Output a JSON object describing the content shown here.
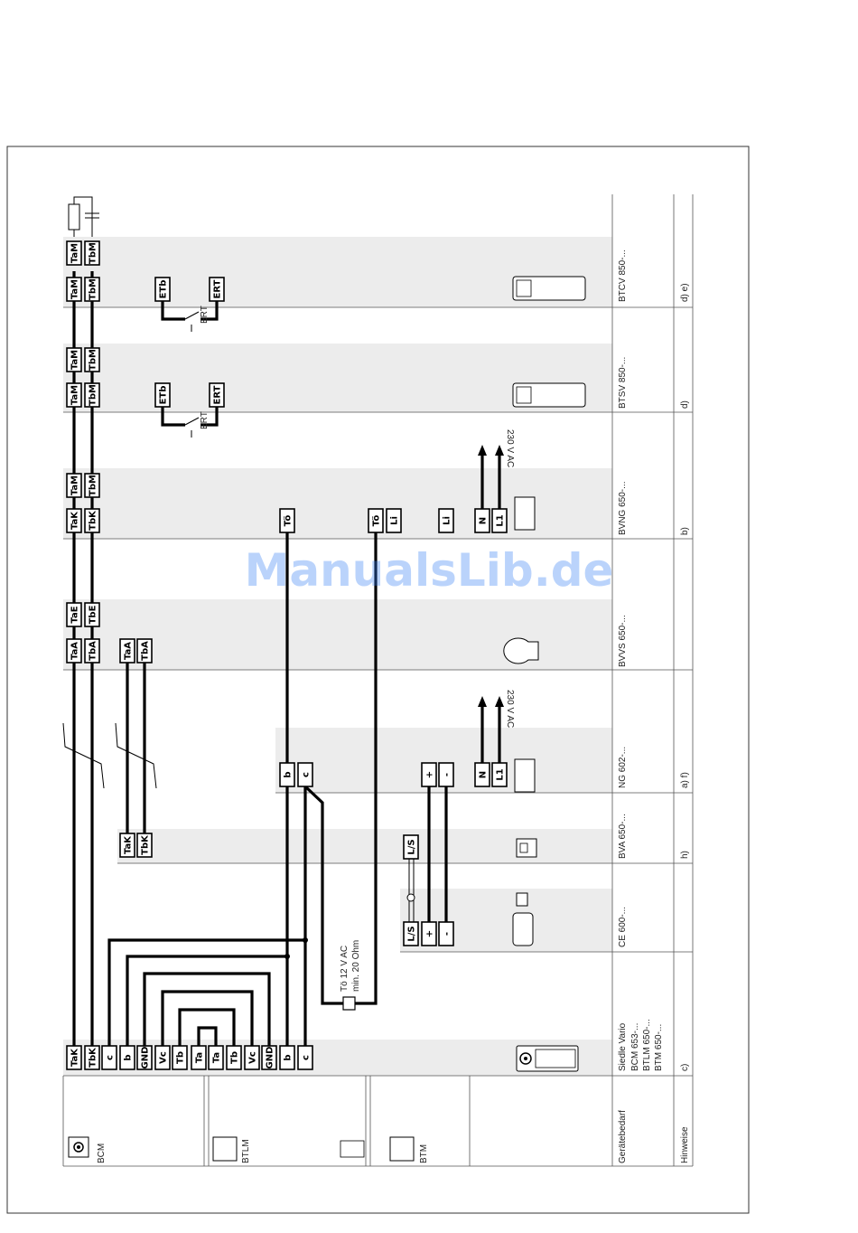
{
  "title_column": {
    "geraetebedarf": "Gerätebedarf",
    "hinweise": "Hinweise"
  },
  "legend": {
    "bcm": "BCM",
    "btlm": "BTLM",
    "btm": "BTM"
  },
  "devices": [
    {
      "name": "Siedle Vario",
      "sub": [
        "BCM 653-...",
        "BTLM 650-...",
        "BTM 650-..."
      ],
      "note": "c)"
    },
    {
      "name": "CE 600-...",
      "note": ""
    },
    {
      "name": "BVA 650-...",
      "note": "h)"
    },
    {
      "name": "NG 602-...",
      "note": "a) f)"
    },
    {
      "name": "BVVS 650-...",
      "note": ""
    },
    {
      "name": "BVNG 650-...",
      "note": "b)"
    },
    {
      "name": "BTSV 850-...",
      "note": "d)"
    },
    {
      "name": "BTCV 850-...",
      "note": "d) e)"
    }
  ],
  "main_terminals": [
    "TaK",
    "TbK",
    "c",
    "b",
    "GND",
    "Vc",
    "Tb",
    "Ta",
    "Ta",
    "Tb",
    "Vc",
    "GND",
    "b",
    "c"
  ],
  "ce_terminals": [
    "L/S",
    "+",
    "-"
  ],
  "bva_terminals": {
    "top": [
      "TaK",
      "TbK"
    ],
    "bottom": [
      "L/S"
    ]
  },
  "ng_terminals": [
    "b",
    "c",
    "+",
    "-",
    "N",
    "L1"
  ],
  "bvvs_terminals": {
    "a": [
      "TaA",
      "TbA"
    ],
    "b": [
      "TaA",
      "TbA"
    ],
    "e": [
      "TaE",
      "TbE"
    ]
  },
  "bvng_terminals": {
    "k": [
      "TaK",
      "TbK"
    ],
    "m": [
      "TaM",
      "TbM"
    ],
    "to1": "Tö",
    "to2": "Tö",
    "li1": "Li",
    "li2": "Li",
    "n": "N",
    "l1": "L1"
  },
  "btsv_terminals": {
    "m1": [
      "TaM",
      "TbM"
    ],
    "m2": [
      "TaM",
      "TbM"
    ],
    "etb": "ETb",
    "ert": "ERT",
    "switch": "ERT"
  },
  "btcv_terminals": {
    "m1": [
      "TaM",
      "TbM"
    ],
    "m2": [
      "TaM",
      "TbM"
    ],
    "etb": "ETb",
    "ert": "ERT",
    "switch": "ERT"
  },
  "notes": {
    "voltage_ng": "230 V AC",
    "voltage_bvng": "230 V AC",
    "door_opener_1": "Tö 12 V AC",
    "door_opener_2": "min. 20 Ohm"
  },
  "watermark": "ManualsLib.de"
}
